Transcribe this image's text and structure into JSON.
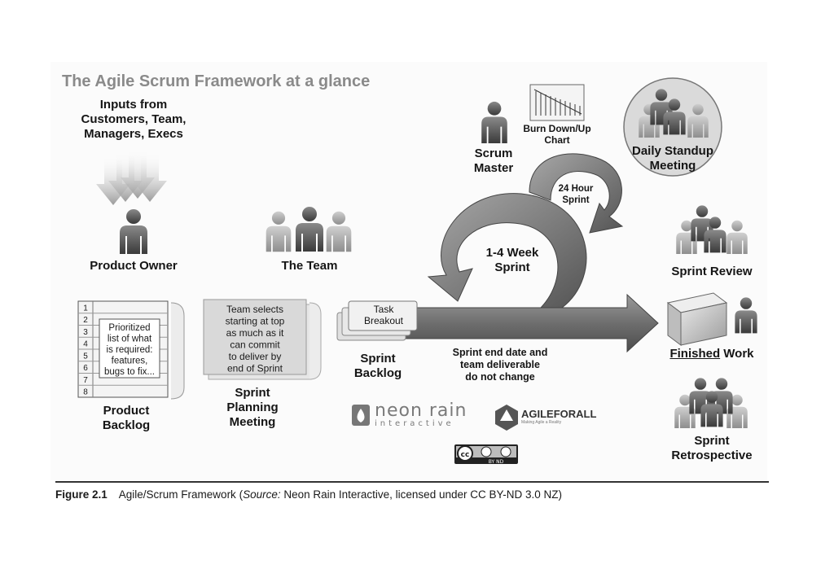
{
  "title": "The Agile Scrum Framework at a glance",
  "inputs": {
    "line1": "Inputs from",
    "line2": "Customers, Team,",
    "line3": "Managers, Execs"
  },
  "product_owner": "Product Owner",
  "the_team": "The Team",
  "product_backlog": {
    "label_line1": "Product",
    "label_line2": "Backlog",
    "rows": [
      "1",
      "2",
      "3",
      "4",
      "5",
      "6",
      "7",
      "8"
    ],
    "note_lines": [
      "Prioritized",
      "list of what",
      "is required:",
      "features,",
      "bugs to fix..."
    ]
  },
  "sprint_planning": {
    "note_lines": [
      "Team selects",
      "starting at top",
      "as much as it",
      "can commit",
      "to deliver by",
      "end of Sprint"
    ],
    "label_lines": [
      "Sprint",
      "Planning",
      "Meeting"
    ]
  },
  "task_breakout": {
    "line1": "Task",
    "line2": "Breakout"
  },
  "sprint_backlog": {
    "line1": "Sprint",
    "line2": "Backlog"
  },
  "sprint_loop": {
    "line1": "1-4 Week",
    "line2": "Sprint"
  },
  "daily_loop": {
    "line1": "24 Hour",
    "line2": "Sprint"
  },
  "scrum_master": {
    "line1": "Scrum",
    "line2": "Master"
  },
  "burn_chart": {
    "line1": "Burn Down/Up",
    "line2": "Chart"
  },
  "daily_standup": {
    "line1": "Daily Standup",
    "line2": "Meeting"
  },
  "sprint_end_note": {
    "line1": "Sprint end date and",
    "line2": "team deliverable",
    "line3": "do not change"
  },
  "sprint_review": "Sprint Review",
  "finished_work": {
    "underlined": "Finished",
    "rest": " Work"
  },
  "sprint_retro": {
    "line1": "Sprint",
    "line2": "Retrospective"
  },
  "logos": {
    "neon_rain": "neon rain",
    "neon_rain_sub": "interactive",
    "agile_for_all": "AGILEFORALL",
    "agile_for_all_tag": "Making Agile a Reality",
    "cc_badge": "BY  ND"
  },
  "caption": {
    "figure": "Figure 2.1",
    "text_before": "Agile/Scrum Framework (",
    "source_label": "Source:",
    "text_after": " Neon Rain Interactive, licensed under CC BY-ND 3.0 NZ)"
  }
}
